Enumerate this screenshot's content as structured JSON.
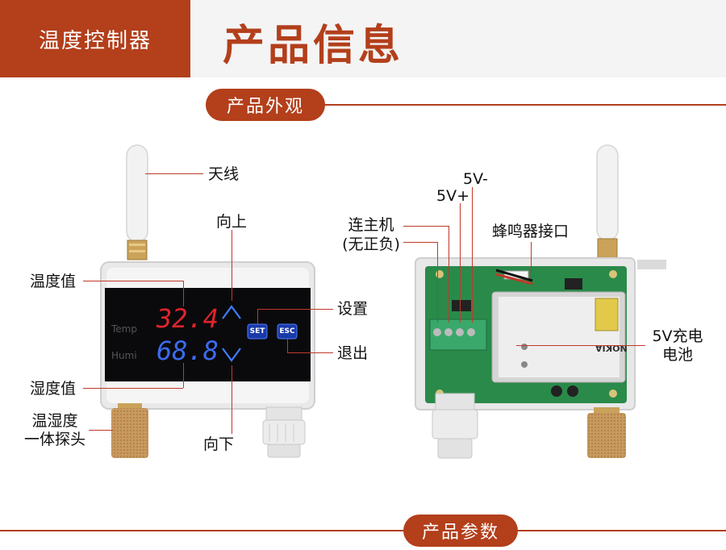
{
  "header": {
    "brand": "温度控制器",
    "title": "产品信息"
  },
  "sections": {
    "appearance": "产品外观",
    "parameters": "产品参数"
  },
  "left_device": {
    "display_labels": {
      "temp": "Temp",
      "humi": "Humi"
    },
    "temp_reading": "32.4",
    "humi_reading": "68.8",
    "buttons": {
      "set": "SET",
      "esc": "ESC"
    },
    "labels": {
      "antenna": "天线",
      "up": "向上",
      "temp_value": "温度值",
      "settings": "设置",
      "exit": "退出",
      "humi_value": "湿度值",
      "probe_line1": "温湿度",
      "probe_line2": "一体探头",
      "down": "向下"
    }
  },
  "right_device": {
    "battery_brand": "NOKIA",
    "labels": {
      "v_minus": "5V-",
      "v_plus": "5V+",
      "host_line1": "连主机",
      "host_line2": "(无正负)",
      "buzzer": "蜂鸣器接口",
      "battery_line1": "5V充电",
      "battery_line2": "电池"
    }
  },
  "colors": {
    "accent": "#b33f1b",
    "leader": "#c0392b",
    "temp_digits": "#e0242a",
    "humi_digits": "#3b6cf0",
    "pcb": "#2a8a4a"
  }
}
